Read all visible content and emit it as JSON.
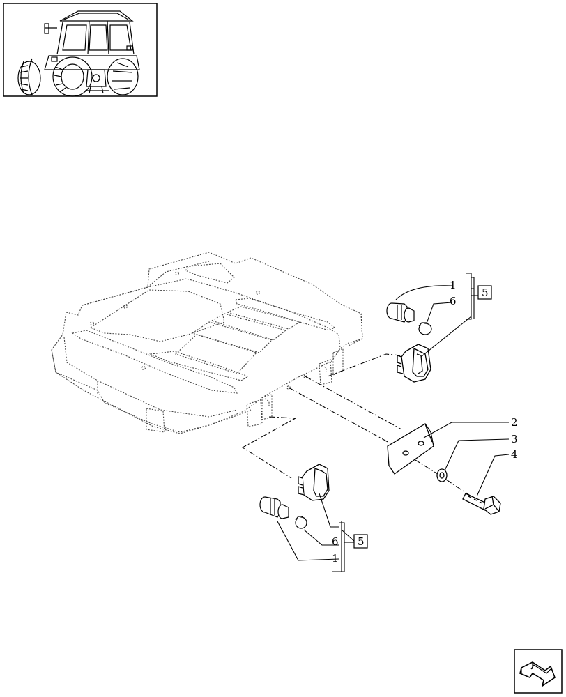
{
  "thumbnail": {
    "icon": "tractor-rear-view-icon"
  },
  "callouts": {
    "top_1": "1",
    "top_6": "6",
    "top_group": "5",
    "right_2": "2",
    "right_3": "3",
    "right_4": "4",
    "bottom_6": "6",
    "bottom_1": "1",
    "bottom_group": "5"
  },
  "nav": {
    "icon": "next-page-arrow-icon"
  }
}
